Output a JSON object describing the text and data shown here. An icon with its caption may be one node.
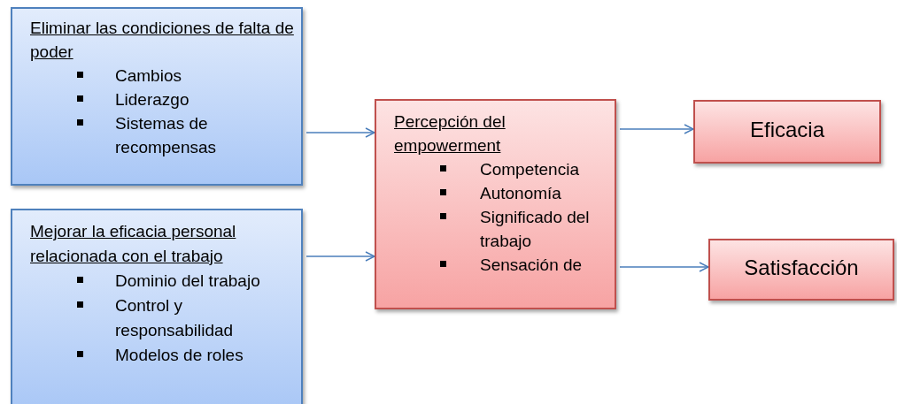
{
  "diagram": {
    "nodes": [
      {
        "text": [
          "Eliminar las condiciones de falta de poder",
          "Cambios",
          "Liderazgo",
          "Sistemas de recompensas"
        ]
      },
      {
        "text": [
          "Mejorar la eficacia personal relacionada con el trabajo",
          "Dominio del trabajo",
          "Control y responsabilidad",
          "Modelos de roles"
        ]
      },
      {
        "text": [
          "Percepción del empowerment",
          "Competencia",
          "Autonomía",
          "Significado del trabajo",
          "Sensación de"
        ]
      },
      {
        "text": [
          "Eficacia"
        ]
      },
      {
        "text": [
          "Satisfacción"
        ]
      }
    ],
    "edges": [
      {
        "from": 0,
        "to": 2,
        "arrow": "to"
      },
      {
        "from": 1,
        "to": 2,
        "arrow": "to"
      },
      {
        "from": 2,
        "to": 3,
        "arrow": "to"
      },
      {
        "from": 2,
        "to": 4,
        "arrow": "to"
      }
    ]
  }
}
